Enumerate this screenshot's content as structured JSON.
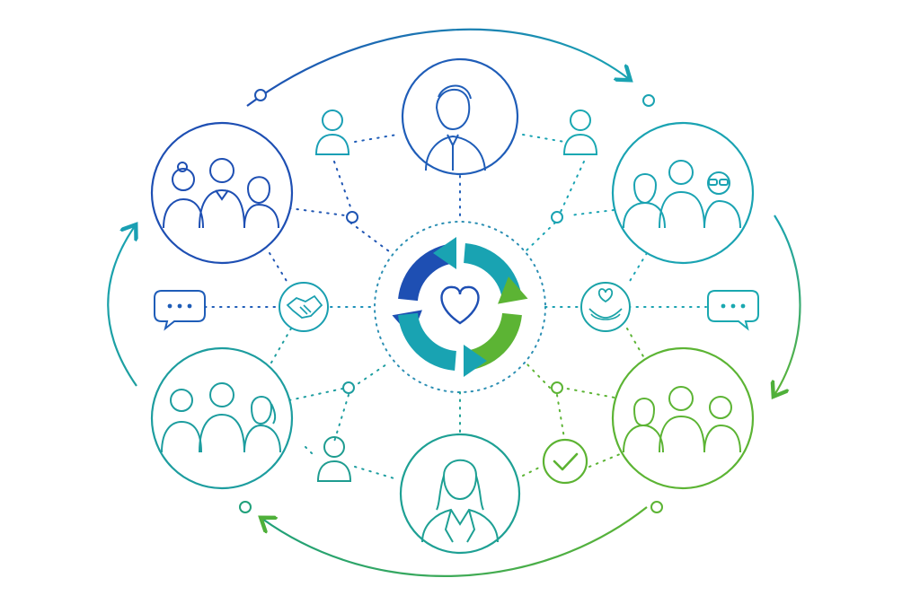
{
  "diagram": {
    "center_icon": "heart-cycle-icon",
    "nodes": [
      {
        "id": "top",
        "icon": "person-portrait-icon",
        "color": "#1b5fb7"
      },
      {
        "id": "upper-left",
        "icon": "three-people-icon",
        "color": "#1b4fb0"
      },
      {
        "id": "upper-right",
        "icon": "three-people-icon",
        "color": "#1aa3b0"
      },
      {
        "id": "lower-left",
        "icon": "three-people-icon",
        "color": "#1f9f9a"
      },
      {
        "id": "lower-right",
        "icon": "three-people-icon",
        "color": "#5bb432"
      },
      {
        "id": "bottom",
        "icon": "woman-portrait-icon",
        "color": "#1c9a8f"
      }
    ],
    "small_icons": [
      {
        "id": "user-top-left",
        "icon": "user-icon",
        "color": "#1a9fb5"
      },
      {
        "id": "user-top-right",
        "icon": "user-icon",
        "color": "#1aa8b2"
      },
      {
        "id": "user-bottom-left",
        "icon": "user-icon",
        "color": "#1e9c90"
      },
      {
        "id": "handshake",
        "icon": "handshake-icon",
        "color": "#1a9fb0"
      },
      {
        "id": "heart-hands",
        "icon": "heart-in-hands-icon",
        "color": "#1aa3a8"
      },
      {
        "id": "check",
        "icon": "check-circle-icon",
        "color": "#5cb332"
      },
      {
        "id": "chat-left",
        "icon": "chat-bubble-icon",
        "color": "#1f5db8"
      },
      {
        "id": "chat-right",
        "icon": "chat-bubble-icon",
        "color": "#1aa8b0"
      }
    ],
    "colors": {
      "blue": "#1e4fb3",
      "teal": "#19a3b2",
      "green": "#5cb434",
      "dotted": "#2c8fb3"
    }
  }
}
